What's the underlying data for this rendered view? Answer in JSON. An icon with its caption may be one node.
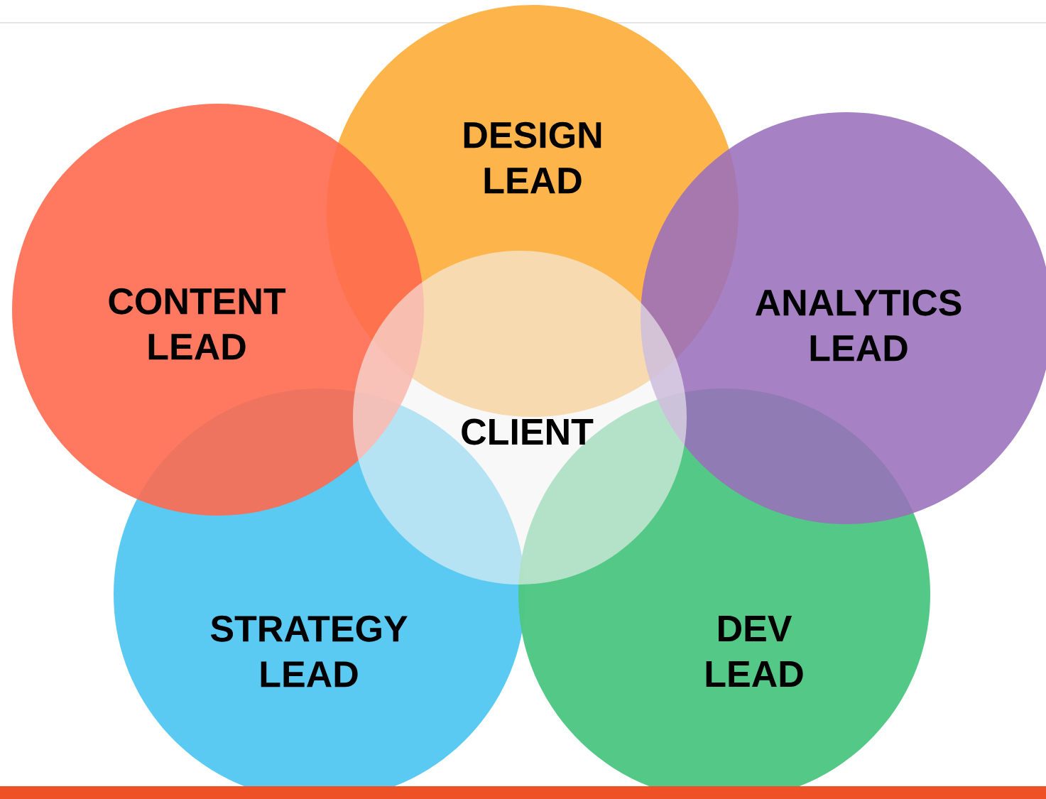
{
  "diagram": {
    "nodes": [
      {
        "text": [
          "DESIGN LEAD"
        ]
      },
      {
        "text": [
          "CONTENT LEAD"
        ]
      },
      {
        "text": [
          "ANALYTICS LEAD"
        ]
      },
      {
        "text": [
          "CLIENT"
        ]
      },
      {
        "text": [
          "STRATEGY LEAD"
        ]
      },
      {
        "text": [
          "DEV LEAD"
        ]
      }
    ]
  }
}
